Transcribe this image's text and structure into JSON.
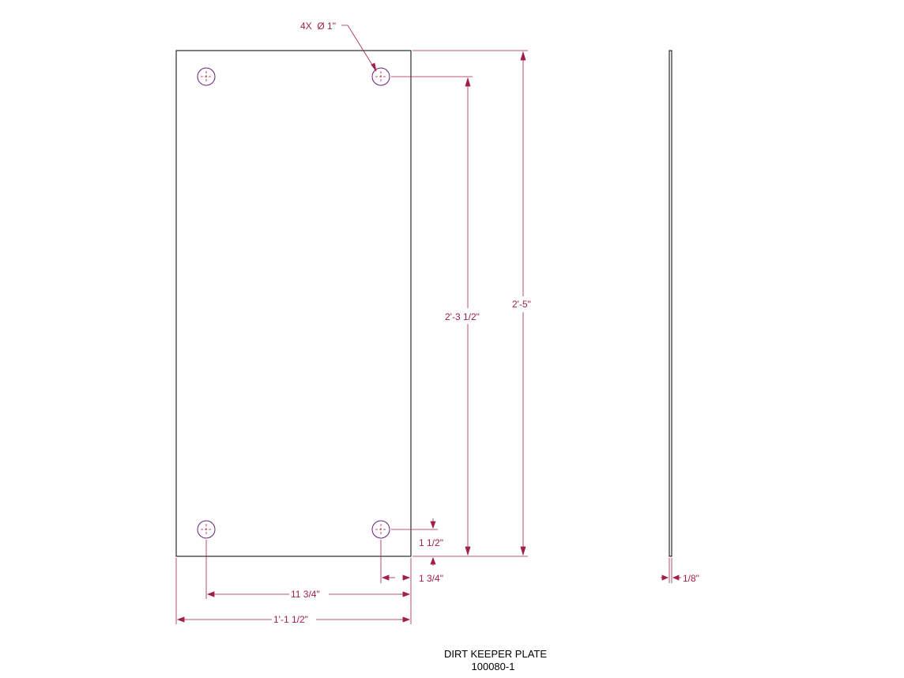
{
  "drawing": {
    "title": "DIRT KEEPER PLATE",
    "part_number": "100080-1",
    "colors": {
      "outline": "#000000",
      "dimension": "#a0204a",
      "hole": "#6a1f7a"
    },
    "dimensions": {
      "hole_callout": "4X  Ø 1\"",
      "overall_height": "2'-5\"",
      "hole_spacing_vertical": "2'-3 1/2\"",
      "hole_spacing_horizontal": "11 3/4\"",
      "overall_width": "1'-1 1/2\"",
      "hole_offset_bottom": "1 1/2\"",
      "hole_offset_side": "1 3/4\"",
      "thickness": "1/8\""
    }
  }
}
